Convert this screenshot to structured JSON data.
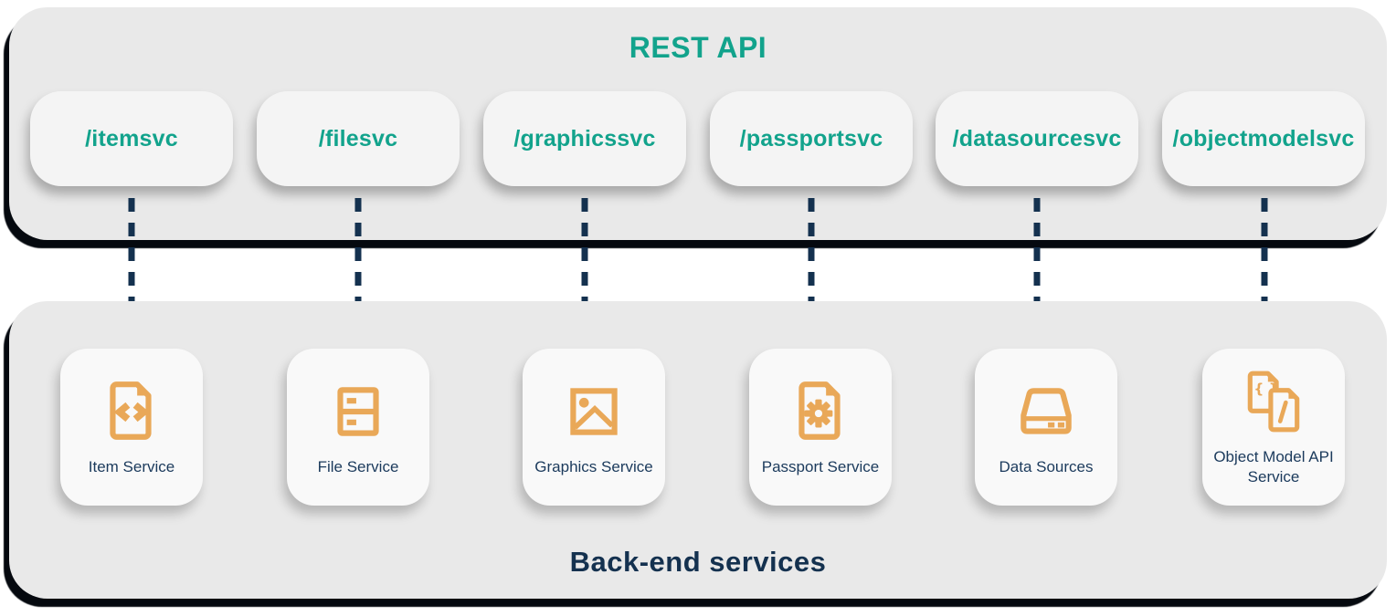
{
  "colors": {
    "teal": "#12a38c",
    "navy": "#14314f",
    "label_navy": "#1b3a5c",
    "orange": "#e9a858",
    "panel_bg": "#e9e9e9",
    "pill_bg": "#f4f4f4",
    "card_bg": "#f9f9f9"
  },
  "rest_api": {
    "title": "REST API",
    "endpoints": [
      {
        "label": "/itemsvc"
      },
      {
        "label": "/filesvc"
      },
      {
        "label": "/graphicssvc"
      },
      {
        "label": "/passportsvc"
      },
      {
        "label": "/datasourcesvc"
      },
      {
        "label": "/objectmodelsvc"
      }
    ]
  },
  "backend": {
    "title": "Back-end services",
    "services": [
      {
        "label": "Item Service",
        "icon": "document-code-icon"
      },
      {
        "label": "File Service",
        "icon": "server-icon"
      },
      {
        "label": "Graphics Service",
        "icon": "image-icon"
      },
      {
        "label": "Passport Service",
        "icon": "document-gear-icon"
      },
      {
        "label": "Data Sources",
        "icon": "drive-icon"
      },
      {
        "label": "Object Model API Service",
        "icon": "documents-code-icon"
      }
    ]
  }
}
